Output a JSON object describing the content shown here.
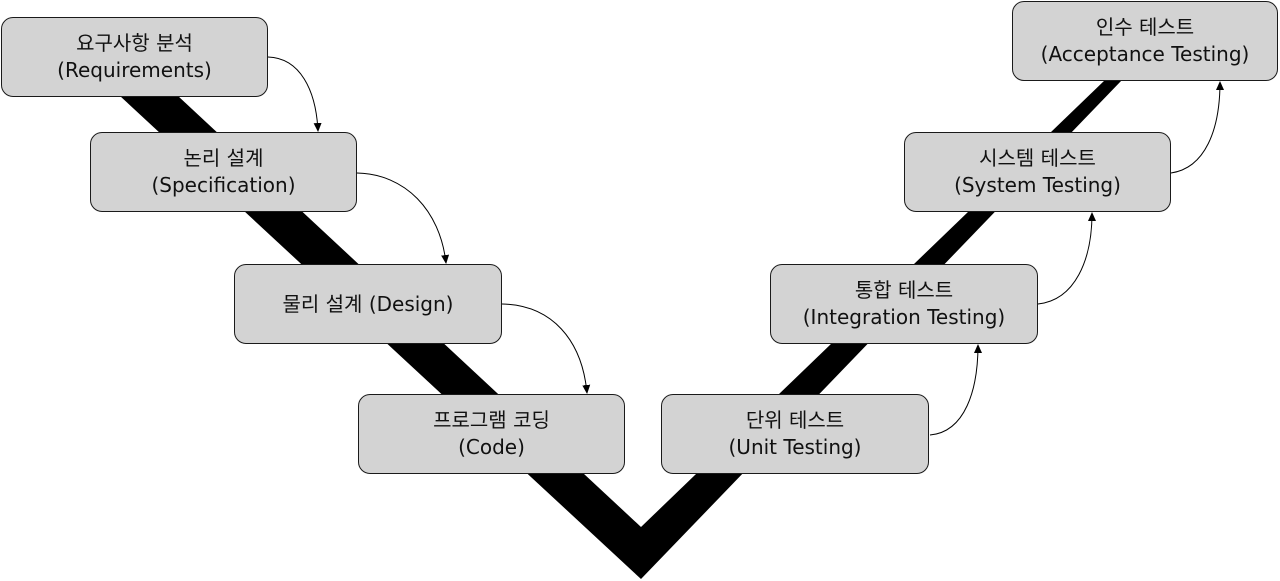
{
  "stages": {
    "requirements": {
      "title": "요구사항 분석",
      "subtitle": "(Requirements)"
    },
    "specification": {
      "title": "논리 설계",
      "subtitle": "(Specification)"
    },
    "design": {
      "title": "물리 설계 (Design)",
      "subtitle": ""
    },
    "code": {
      "title": "프로그램 코딩",
      "subtitle": "(Code)"
    },
    "unit": {
      "title": "단위 테스트",
      "subtitle": "(Unit Testing)"
    },
    "integration": {
      "title": "통합 테스트",
      "subtitle": "(Integration Testing)"
    },
    "system": {
      "title": "시스템 테스트",
      "subtitle": "(System Testing)"
    },
    "acceptance": {
      "title": "인수 테스트",
      "subtitle": "(Acceptance Testing)"
    }
  },
  "colors": {
    "box_fill": "#d3d3d3",
    "box_border": "#1a1a1a",
    "v_shape": "#000000"
  }
}
